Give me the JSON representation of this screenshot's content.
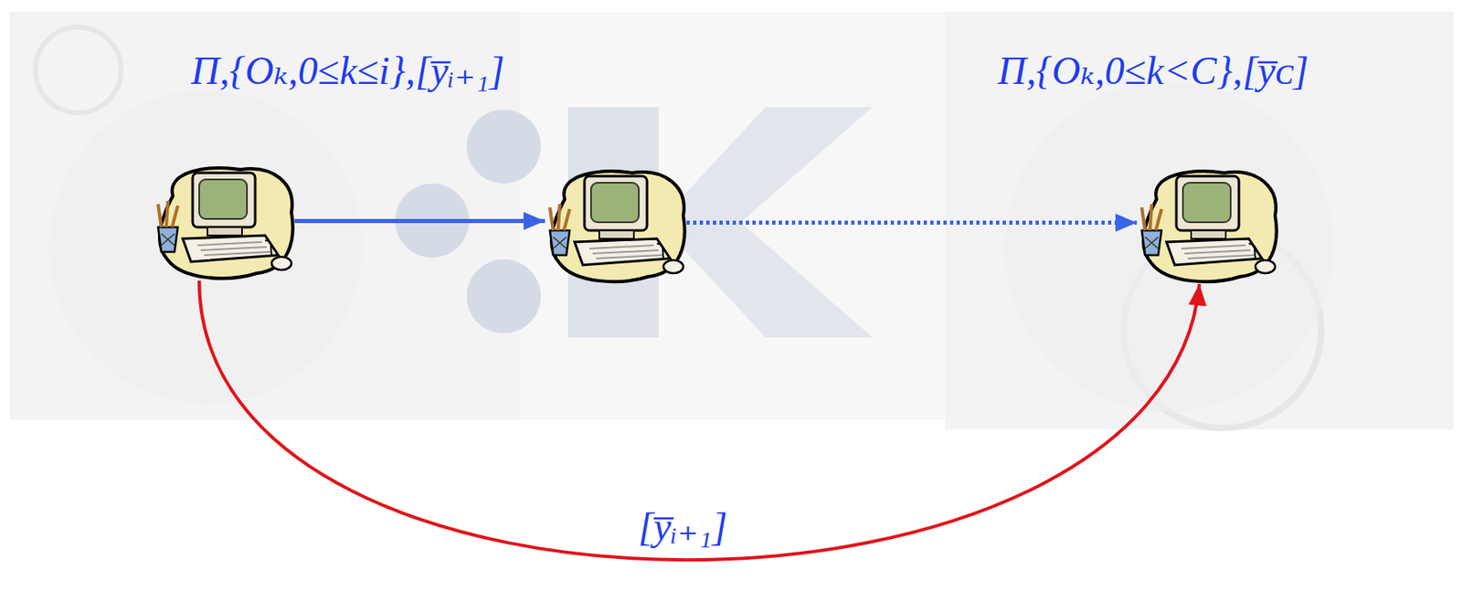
{
  "diagram": {
    "nodes": [
      {
        "text": [
          "Π,{Oₖ,0≤k≤i},[y̅ᵢ₊₁]"
        ]
      },
      {
        "text": []
      },
      {
        "text": [
          "Π,{Oₖ,0≤k<C},[y̅ᴄ]"
        ]
      }
    ],
    "edges": [
      {
        "from": 0,
        "to": 1,
        "arrow": "to"
      },
      {
        "from": 1,
        "to": 2,
        "arrow": "to"
      },
      {
        "from": 0,
        "to": 2,
        "arrow": "to",
        "label": "[y̅ᵢ₊₁]"
      }
    ]
  }
}
